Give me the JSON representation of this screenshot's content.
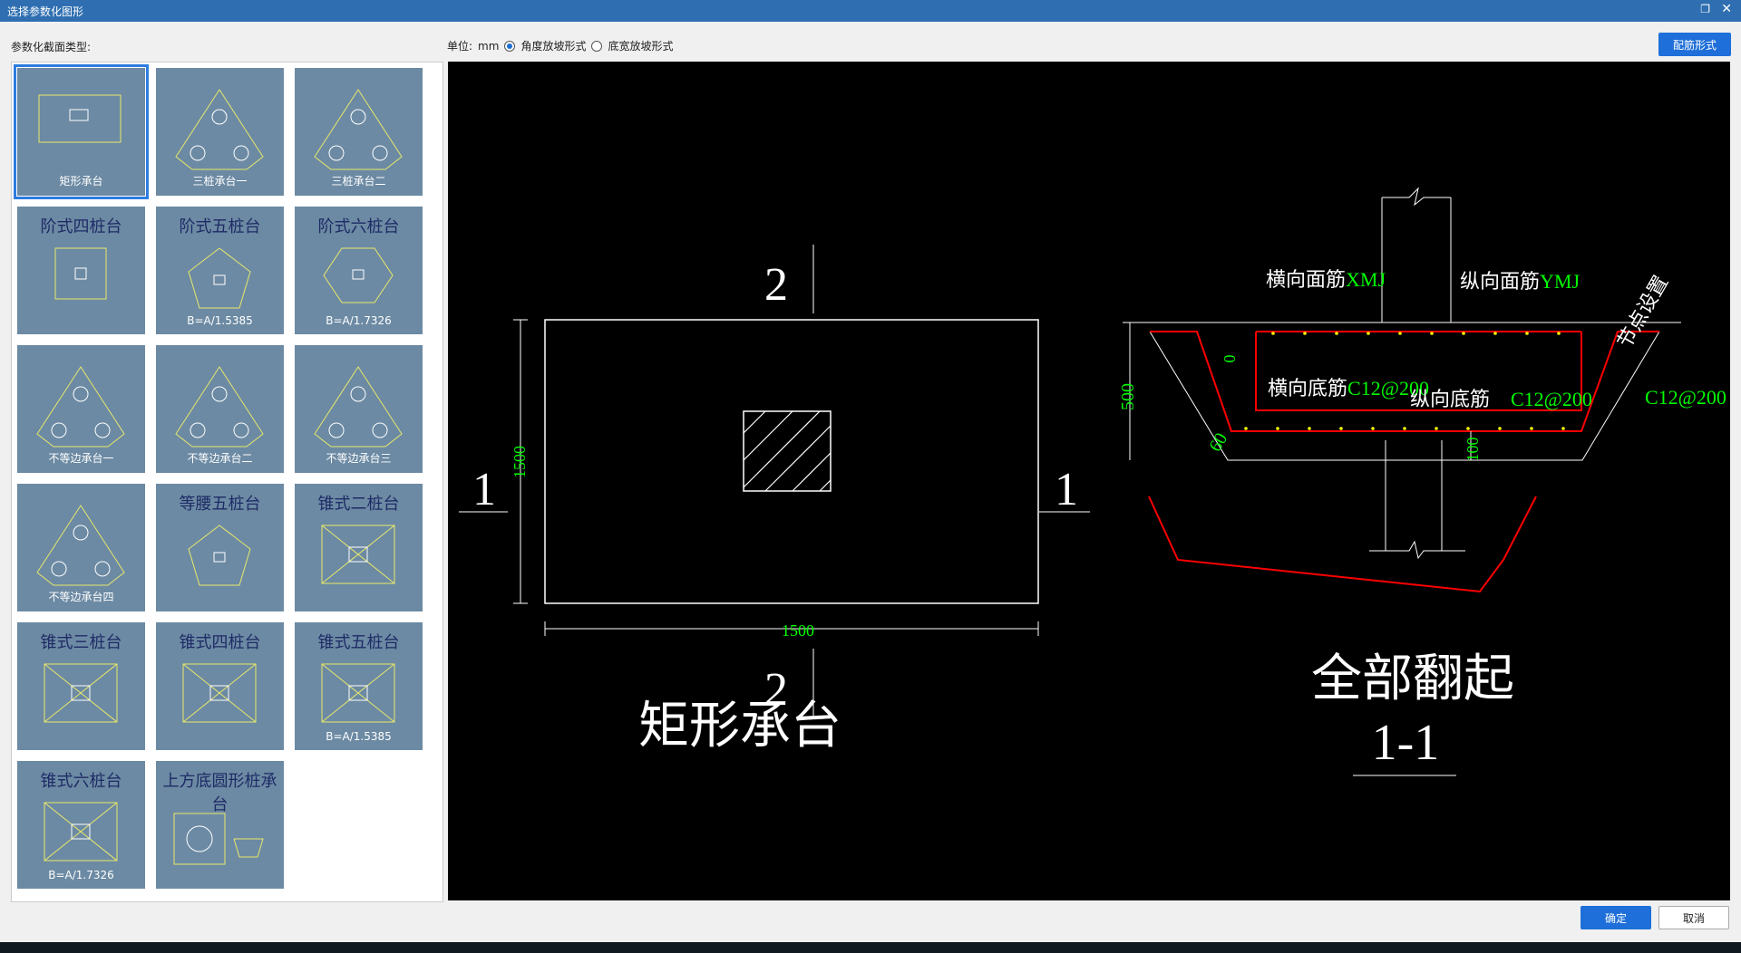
{
  "window": {
    "title": "选择参数化图形",
    "restore_icon": "restore-icon",
    "close_icon": "close-icon"
  },
  "left_label": "参数化截面类型:",
  "unit": {
    "label": "单位:",
    "value": "mm",
    "option1": "角度放坡形式",
    "option2": "底宽放坡形式",
    "selected": 1
  },
  "buttons": {
    "rebar": "配筋形式",
    "ok": "确定",
    "cancel": "取消"
  },
  "shapes": [
    {
      "title": "",
      "caption": "矩形承台",
      "selected": true,
      "glyph": "rect"
    },
    {
      "title": "",
      "caption": "三桩承台一",
      "glyph": "tri"
    },
    {
      "title": "",
      "caption": "三桩承台二",
      "glyph": "tri"
    },
    {
      "title": "阶式四桩台",
      "caption": "",
      "glyph": "square"
    },
    {
      "title": "阶式五桩台",
      "caption": "B=A/1.5385",
      "glyph": "penta"
    },
    {
      "title": "阶式六桩台",
      "caption": "B=A/1.7326",
      "glyph": "hexa"
    },
    {
      "title": "",
      "caption": "不等边承台一",
      "glyph": "tri"
    },
    {
      "title": "",
      "caption": "不等边承台二",
      "glyph": "tri"
    },
    {
      "title": "",
      "caption": "不等边承台三",
      "glyph": "tri"
    },
    {
      "title": "",
      "caption": "不等边承台四",
      "glyph": "tri"
    },
    {
      "title": "等腰五桩台",
      "caption": "",
      "glyph": "penta"
    },
    {
      "title": "锥式二桩台",
      "caption": "",
      "glyph": "cone"
    },
    {
      "title": "锥式三桩台",
      "caption": "",
      "glyph": "cone"
    },
    {
      "title": "锥式四桩台",
      "caption": "",
      "glyph": "cone"
    },
    {
      "title": "锥式五桩台",
      "caption": "B=A/1.5385",
      "glyph": "cone"
    },
    {
      "title": "锥式六桩台",
      "caption": "B=A/1.7326",
      "glyph": "cone"
    },
    {
      "title": "上方底圆形桩承台",
      "caption": "",
      "glyph": "round"
    }
  ],
  "preview": {
    "plan_width": "1500",
    "plan_height": "1500",
    "section_mark_top": "2",
    "section_mark_bottom": "2",
    "section_mark_left": "1",
    "section_mark_right": "1",
    "plan_name": "矩形承台",
    "label_top_x": "横向面筋",
    "label_top_x_code": "XMJ",
    "label_top_y": "纵向面筋",
    "label_top_y_code": "YMJ",
    "label_node": "节点设置",
    "label_bottom_x": "横向底筋",
    "label_bottom_x_code": "C12@200",
    "label_bottom_y": "纵向底筋",
    "label_bottom_y_code": "C12@200",
    "label_side_code": "C12@200",
    "dim_height": "500",
    "dim_zero": "0",
    "dim_angle": "60",
    "dim_cover": "100",
    "section_caption": "全部翻起",
    "section_name": "1-1"
  }
}
